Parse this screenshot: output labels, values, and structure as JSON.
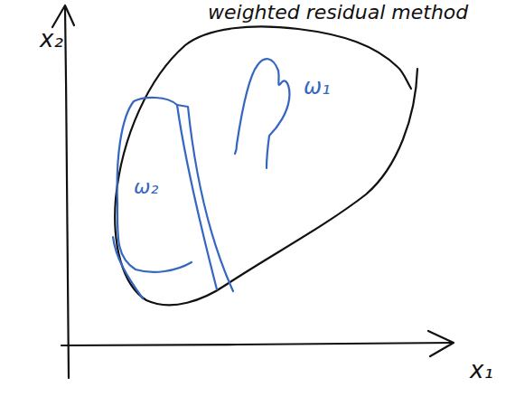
{
  "diagram": {
    "labels": [
      "weighted residual method",
      "x₂",
      "x₁",
      "ω₁",
      "ω₂"
    ]
  }
}
